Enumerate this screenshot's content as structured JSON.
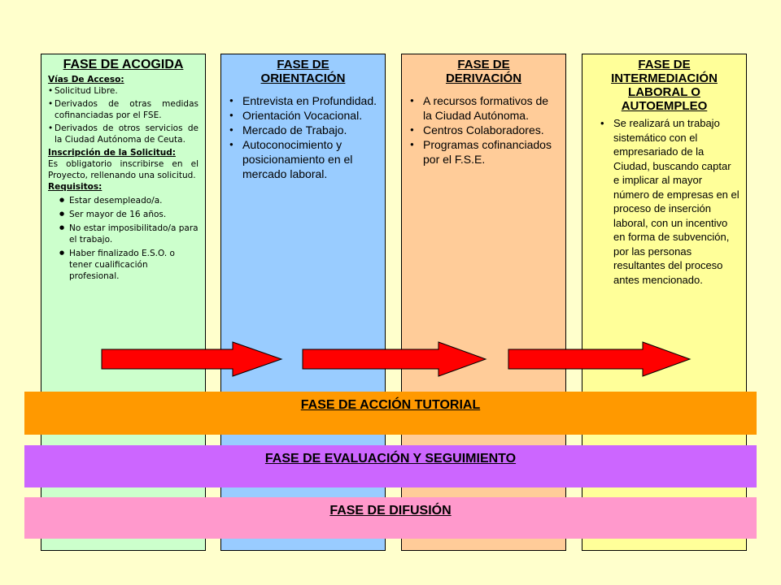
{
  "colors": {
    "background": "#ffffcc",
    "acogida": "#ccffcc",
    "orientacion": "#99ccff",
    "derivacion": "#ffcc99",
    "intermediacion": "#ffff99",
    "arrow": "#ff0000",
    "band_tutorial": "#ff9900",
    "band_evaluacion": "#cc66ff",
    "band_difusion": "#ff99cc"
  },
  "acogida": {
    "title": "FASE DE ACOGIDA",
    "vias_label": "Vías De Acceso:",
    "vias": [
      "Solicitud Libre.",
      "Derivados de otras medidas cofinanciadas por el FSE.",
      "Derivados de otros servicios de la Ciudad Autónoma de Ceuta."
    ],
    "inscripcion_label": "Inscripción de la Solicitud:",
    "inscripcion_text": "Es obligatorio inscribirse en el Proyecto, rellenando una solicitud.",
    "requisitos_label": "Requisitos:",
    "requisitos": [
      "Estar desempleado/a.",
      "Ser mayor de 16 años.",
      "No estar imposibilitado/a para el trabajo.",
      "Haber finalizado E.S.O. o tener cualificación profesional."
    ]
  },
  "orientacion": {
    "title_line1": "FASE DE",
    "title_line2": "ORIENTACIÓN",
    "items": [
      "Entrevista en Profundidad.",
      "Orientación Vocacional.",
      "Mercado de Trabajo.",
      "Autoconocimiento y posicionamiento en el mercado laboral."
    ]
  },
  "derivacion": {
    "title_line1": "FASE DE",
    "title_line2": "DERIVACIÓN",
    "items": [
      "A recursos formativos de la Ciudad Autónoma.",
      "Centros Colaboradores.",
      "Programas cofinanciados por el F.S.E."
    ]
  },
  "intermediacion": {
    "title_line1": "FASE DE",
    "title_line2": "INTERMEDIACIÓN",
    "title_line3": "LABORAL O",
    "title_line4": "AUTOEMPLEO",
    "items": [
      "Se realizará un trabajo sistemático con el empresariado de la Ciudad, buscando captar e implicar al mayor número de empresas en el proceso de inserción laboral, con un incentivo en forma de subvención, por las personas resultantes del proceso antes mencionado."
    ]
  },
  "bands": {
    "tutorial": "FASE DE ACCIÓN TUTORIAL",
    "evaluacion": "FASE DE EVALUACIÓN Y SEGUIMIENTO",
    "difusion": "FASE DE DIFUSIÓN"
  }
}
